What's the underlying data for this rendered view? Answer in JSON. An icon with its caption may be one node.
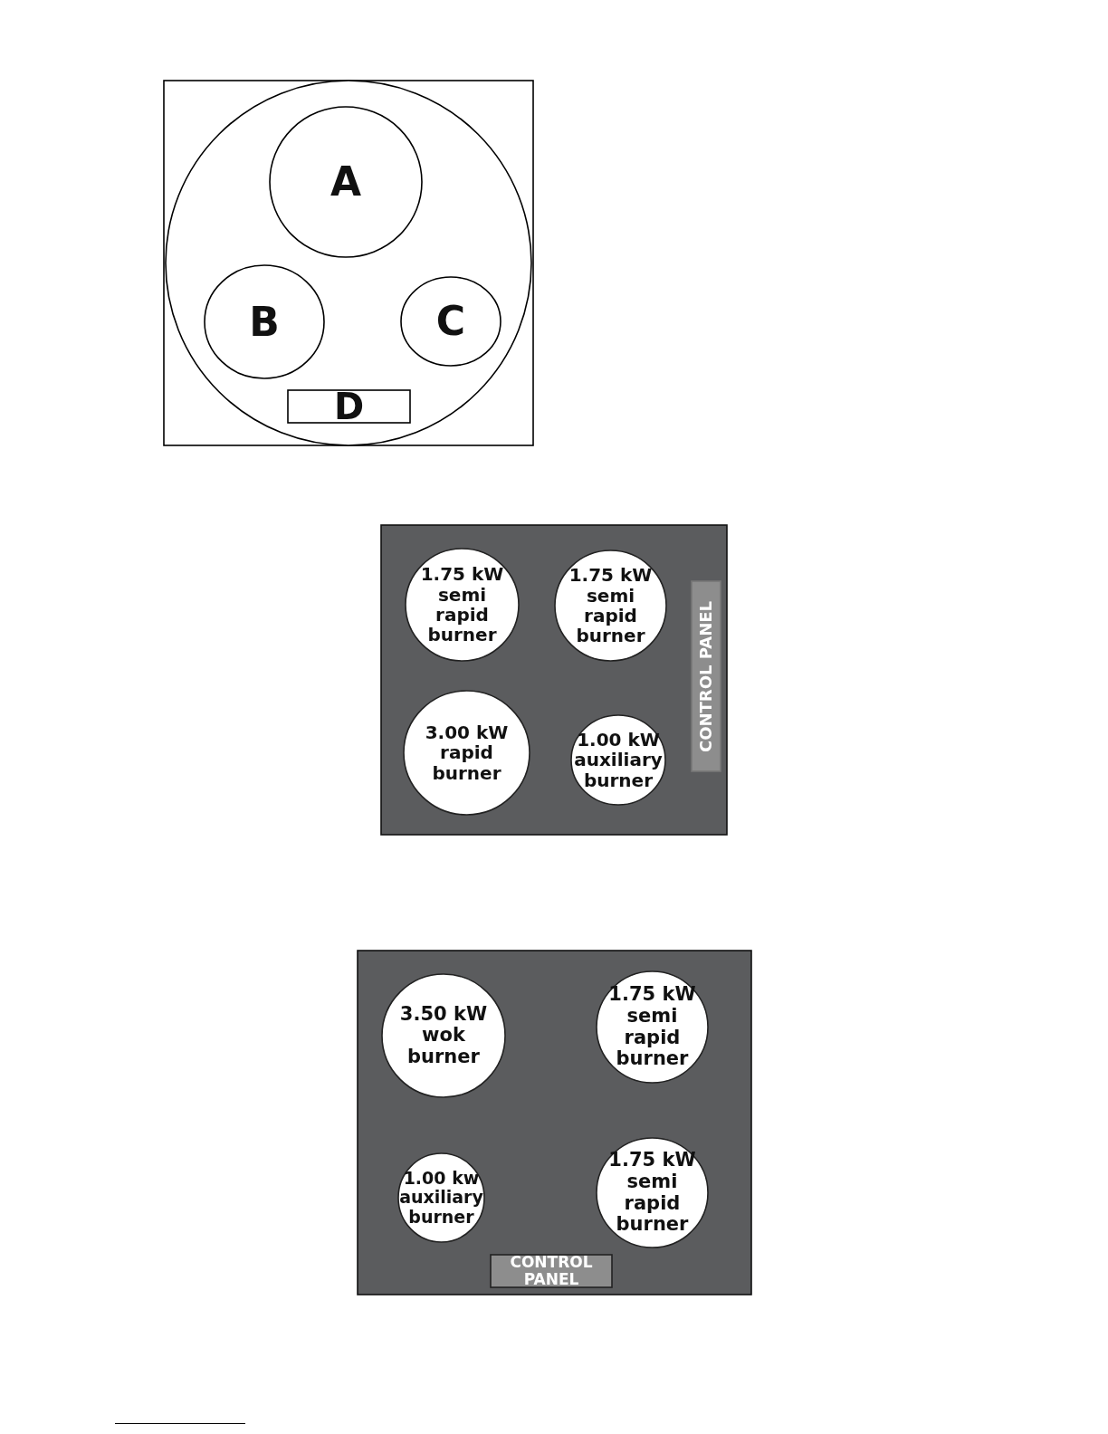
{
  "diagram": {
    "nodes": [
      {
        "text": [],
        "shape": "box"
      },
      {
        "text": [],
        "shape": "circle",
        "in": 0
      },
      {
        "text": [
          "A"
        ],
        "in": 1
      },
      {
        "text": [
          "B"
        ],
        "in": 1
      },
      {
        "text": [
          "C"
        ],
        "in": 1
      },
      {
        "text": [
          "D"
        ],
        "in": 1
      },
      {
        "text": [],
        "shape": "box"
      },
      {
        "text": [
          "1.75 kW semi rapid burner"
        ],
        "in": 6
      },
      {
        "text": [
          "1.75 kW semi rapid burner"
        ],
        "in": 6
      },
      {
        "text": [
          "CONTROL PANEL"
        ],
        "in": 6
      },
      {
        "text": [
          "3.00 kW rapid burner"
        ],
        "in": 6
      },
      {
        "text": [
          "1.00 kW auxiliary burner"
        ],
        "in": 6
      },
      {
        "text": [],
        "shape": "box"
      },
      {
        "text": [
          "3.50 kW wok burner"
        ],
        "in": 12
      },
      {
        "text": [
          "1.75 kW semi rapid burner"
        ],
        "in": 12
      },
      {
        "text": [
          "1.00 kw auxiliary burner"
        ],
        "in": 12
      },
      {
        "text": [
          "1.75 kW semi rapid burner"
        ],
        "in": 12
      },
      {
        "text": [
          "CONTROL PANEL"
        ],
        "in": 12
      }
    ],
    "edges": []
  }
}
